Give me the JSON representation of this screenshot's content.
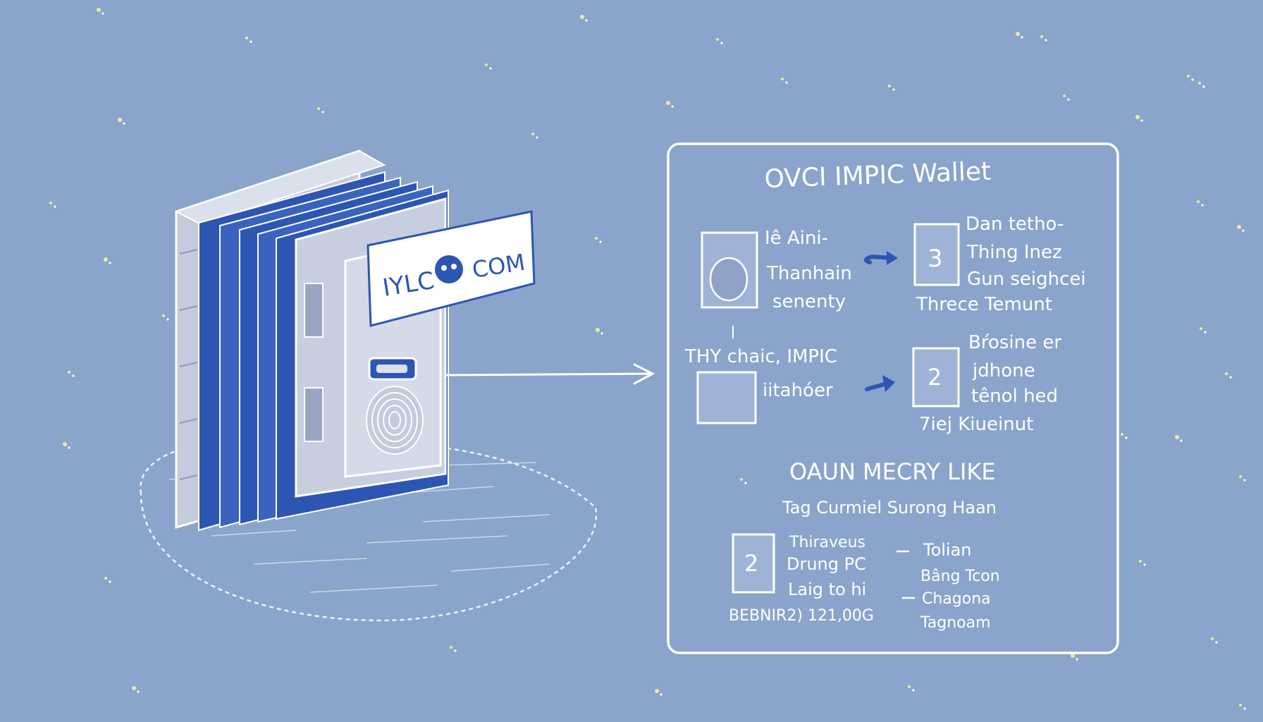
{
  "colors": {
    "background": "#8aa4cb",
    "chalk": "#ffffff",
    "wallet_blue": "#2d56b3",
    "wallet_gray": "#c3cbdc",
    "star": "#f1e7a0"
  },
  "device": {
    "label_left": "IYLC",
    "label_right": "COM",
    "eye_icon": "eye-icon",
    "fingerprint_icon": "fingerprint-icon"
  },
  "panel": {
    "title": "OVCI IMPIC Wallet",
    "row1": {
      "left_lines": [
        "Iê Aini-",
        "Thanhain",
        "senenty"
      ],
      "right_lines": [
        "Dan tetho-",
        "Thing Inez",
        "Gun seighcei",
        "Threce Temunt"
      ],
      "right_box_glyph": "3"
    },
    "row2": {
      "heading": "THY chaic, IMPIC",
      "left_lines": [
        "iitahóer"
      ],
      "right_lines": [
        "Bŕosine er",
        "jdhone",
        "tênol hed",
        "7iej Kiueinut"
      ],
      "right_box_glyph": "2"
    },
    "section2": {
      "title": "OAUN MECRY LIKE",
      "subtitle": "Tag Curmiel Surong Haan",
      "box_glyph": "2",
      "left_lines": [
        "Thiraveus",
        "Drung PC",
        "Laig to hi",
        "BEBNIR2) 121,00G"
      ],
      "right_lines": [
        "Tolian",
        "Bâng Tcon",
        "Chagona",
        "Tagnoam"
      ]
    }
  }
}
